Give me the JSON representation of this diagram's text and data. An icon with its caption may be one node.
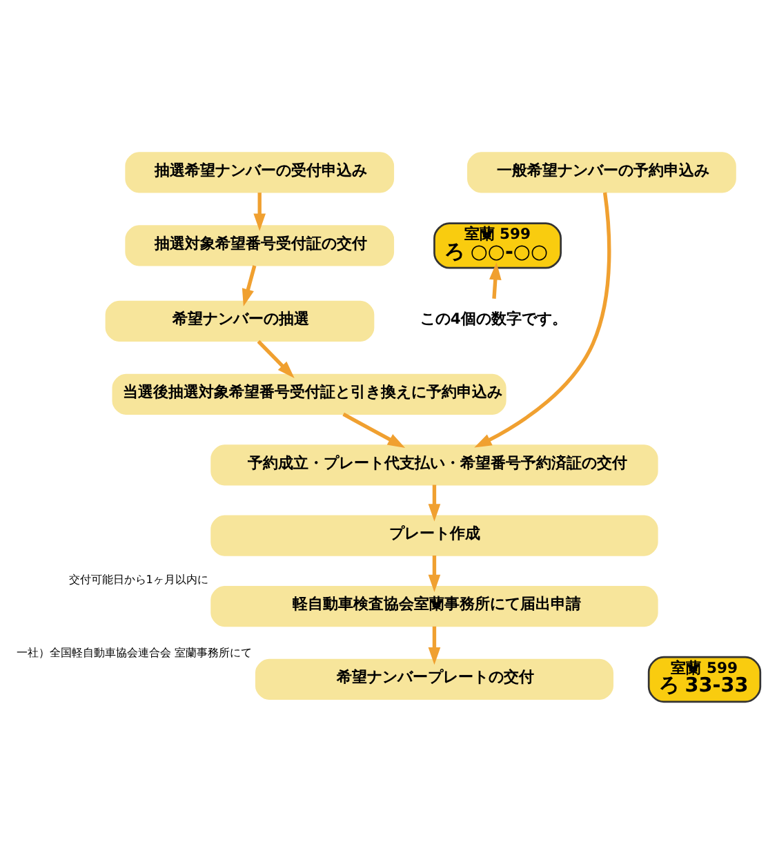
{
  "diagram": {
    "nodes": [
      {
        "text": [
          "抽選希望ナンバーの受付申込み"
        ]
      },
      {
        "text": [
          "一般希望ナンバーの予約申込み"
        ]
      },
      {
        "text": [
          "抽選対象希望番号受付証の交付"
        ]
      },
      {
        "text": [
          "希望ナンバーの抽選"
        ]
      },
      {
        "text": [
          "当選後抽選対象希望番号受付証と引き換えに予約申込み"
        ]
      },
      {
        "text": [
          "予約成立・プレート代支払い・希望番号予約済証の交付"
        ]
      },
      {
        "text": [
          "プレート作成"
        ]
      },
      {
        "text": [
          "軽自動車検査協会室蘭事務所にて届出申請"
        ],
        "beside": [
          "交付可能日から1ヶ月以内に"
        ]
      },
      {
        "text": [
          "希望ナンバープレートの交付"
        ],
        "beside": [
          "一社）全国軽自動車協会連合会 室蘭事務所にて"
        ]
      },
      {
        "text": [
          "室蘭 599",
          "ろ ○○-○○"
        ]
      },
      {
        "text": [
          "この4個の数字です。"
        ]
      },
      {
        "text": [
          "室蘭 599",
          "ろ 33-33"
        ]
      }
    ],
    "edges": [
      {
        "from": 0,
        "to": 2,
        "arrow": "to"
      },
      {
        "from": 2,
        "to": 3,
        "arrow": "to"
      },
      {
        "from": 3,
        "to": 4,
        "arrow": "to"
      },
      {
        "from": 4,
        "to": 5,
        "arrow": "to"
      },
      {
        "from": 1,
        "to": 5,
        "arrow": "to"
      },
      {
        "from": 5,
        "to": 6,
        "arrow": "to"
      },
      {
        "from": 6,
        "to": 7,
        "arrow": "to"
      },
      {
        "from": 7,
        "to": 8,
        "arrow": "to"
      },
      {
        "from": 10,
        "to": 9,
        "arrow": "to"
      }
    ]
  }
}
